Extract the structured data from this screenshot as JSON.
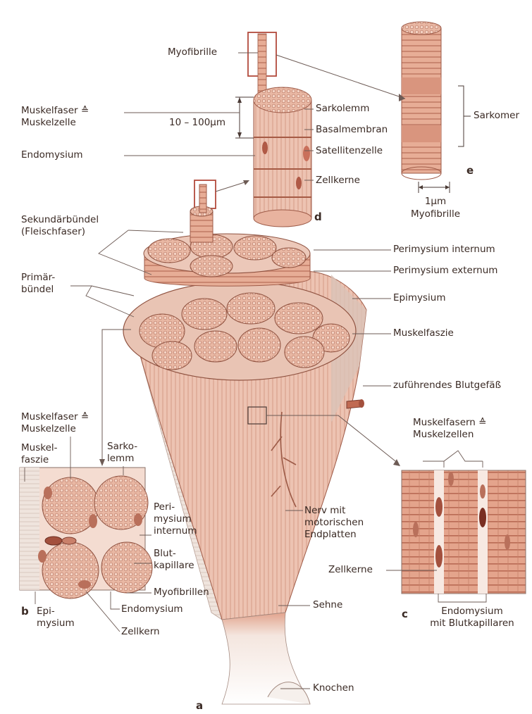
{
  "panels": {
    "a": "a",
    "b": "b",
    "c": "c",
    "d": "d",
    "e": "e"
  },
  "panel_e": {
    "sarkomer": "Sarkomer",
    "scale": "1μm",
    "myofibrille": "Myofibrille"
  },
  "panel_d": {
    "myofibrille": "Myofibrille",
    "muskelfaser": "Muskelfaser ≙\nMuskelzelle",
    "diameter": "10 – 100μm",
    "endomysium": "Endomysium",
    "sarkolemm": "Sarkolemm",
    "basalmembran": "Basalmembran",
    "satellitenzelle": "Satellitenzelle",
    "zellkerne": "Zellkerne"
  },
  "panel_a": {
    "sekundaerbuendel": "Sekundärbündel\n(Fleischfaser)",
    "primaerbuendel": "Primär-\nbündel",
    "perimysium_internum": "Perimysium internum",
    "perimysium_externum": "Perimysium externum",
    "epimysium": "Epimysium",
    "muskelfaszie": "Muskelfaszie",
    "blutgefaess": "zuführendes Blutgefäß",
    "nerv": "Nerv mit\nmotorischen\nEndplatten",
    "sehne": "Sehne",
    "knochen": "Knochen"
  },
  "panel_b": {
    "muskelfaser": "Muskelfaser ≙\nMuskelzelle",
    "muskelfaszie": "Muskel-\nfaszie",
    "sarkolemm": "Sarko-\nlemm",
    "perimysium_internum": "Peri-\nmysium\ninternum",
    "blutkapillare": "Blut-\nkapillare",
    "myofibrillen": "Myofibrillen",
    "endomysium": "Endomysium",
    "epimysium": "Epi-\nmysium",
    "zellkern": "Zellkern"
  },
  "panel_c": {
    "muskelfasern": "Muskelfasern ≙\nMuskelzellen",
    "zellkerne": "Zellkerne",
    "endomysium": "Endomysium\nmit Blutkapillaren"
  },
  "colors": {
    "muscle": "#e8b39f",
    "muscle_dark": "#c9806a",
    "line": "#4a3a35",
    "box": "#b24a3c",
    "nucleus": "#9a4a3a"
  }
}
